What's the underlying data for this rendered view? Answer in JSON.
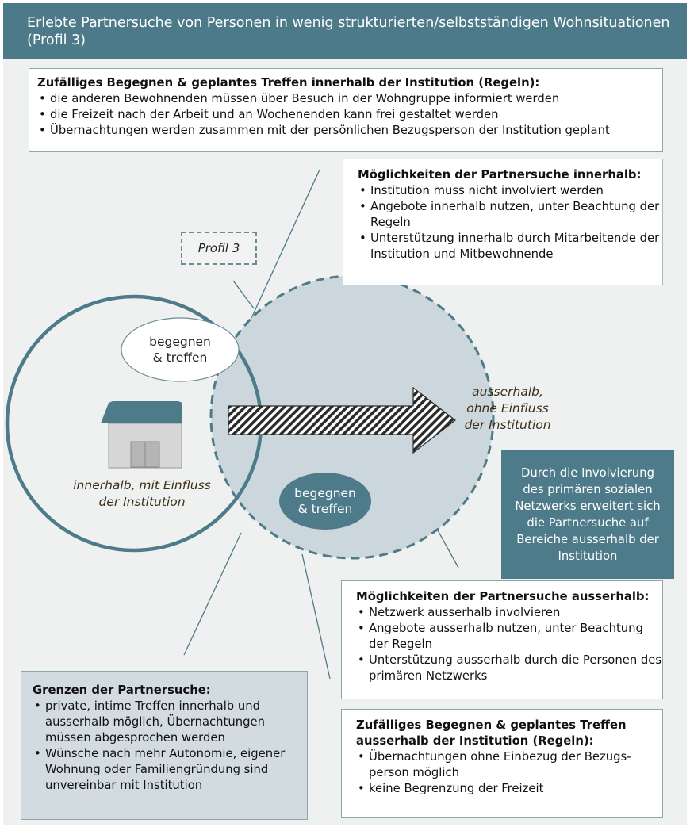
{
  "header": {
    "title": "Erlebte Partnersuche von Personen in wenig strukturierten/selbstständigen Wohnsituationen",
    "subtitle": "(Profil 3)"
  },
  "top_box": {
    "title": "Zufälliges Begegnen & geplantes Treffen innerhalb der Institution (Regeln):",
    "items": [
      "die anderen Bewohnenden müssen über Besuch in der Wohngruppe informiert werden",
      "die Freizeit nach der Arbeit und an Wochenenden kann frei gestaltet werden",
      "Übernachtungen werden zusammen mit der persönlichen Bezugsperson der Institution geplant"
    ]
  },
  "inside_possibilities": {
    "title": "Möglichkeiten der Partnersuche innerhalb:",
    "items": [
      "Institution muss nicht involviert werden",
      "Angebote innerhalb nutzen, unter Beachtung der Regeln",
      "Unterstützung innerhalb durch Mitarbeitende der Institution und Mitbewohnende"
    ]
  },
  "profile_tag": "Profil 3",
  "diagram": {
    "meet_inside_line1": "begegnen",
    "meet_inside_line2": "& treffen",
    "meet_outside_line1": "begegnen",
    "meet_outside_line2": "& treffen",
    "inside_label_line1": "innerhalb, mit Einfluss",
    "inside_label_line2": "der Institution",
    "outside_label_line1": "ausserhalb,",
    "outside_label_line2": "ohne Einfluss",
    "outside_label_line3": "der Institution",
    "house_icon": "house-icon",
    "arrow_icon": "hatched-arrow-icon"
  },
  "network_note": "Durch die Involvierung des primären sozialen Netzwerks erweitert sich die Partnersuche auf Bereiche ausserhalb der Institution",
  "outside_possibilities": {
    "title": "Möglichkeiten der Partnersuche ausserhalb:",
    "items": [
      "Netzwerk ausserhalb involvieren",
      "Angebote ausserhalb nutzen, unter Beachtung der Regeln",
      "Unterstützung ausserhalb durch die Personen des primären Netzwerks"
    ]
  },
  "limits": {
    "title": "Grenzen der Partnersuche:",
    "items": [
      "private, intime Treffen innerhalb und ausserhalb möglich, Übernachtungen müssen abgesprochen werden",
      "Wünsche nach mehr Autonomie, eigener Wohnung oder Familiengründung sind unvereinbar mit Institution"
    ]
  },
  "outside_rules": {
    "title": "Zufälliges Begegnen & geplantes Treffen ausserhalb der Institution (Regeln):",
    "items": [
      "Übernachtungen ohne Einbezug der Bezugs-person möglich",
      "keine Begrenzung der Freizeit"
    ]
  },
  "colors": {
    "header": "#4d7a88",
    "teal": "#4e7b89",
    "circle_fill": "#ccd7dd",
    "circle_stroke": "#4e7b89",
    "label_text": "#3d2f16"
  }
}
